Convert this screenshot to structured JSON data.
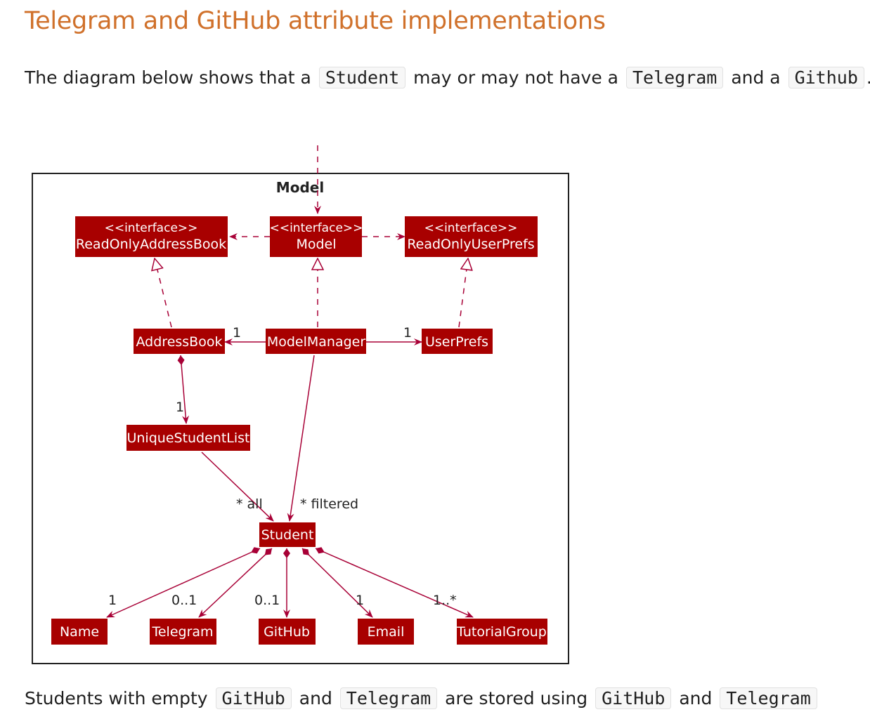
{
  "heading": "Telegram and GitHub attribute implementations",
  "intro": {
    "t1": "The diagram below shows that a",
    "c1": "Student",
    "t2": "may or may not have a",
    "c2": "Telegram",
    "t3": "and a",
    "c3": "Github",
    "t4": "."
  },
  "outro": {
    "t1": "Students with empty",
    "c1": "GitHub",
    "t2": "and",
    "c2": "Telegram",
    "t3": "are stored using",
    "c3": "GitHub",
    "t4": "and",
    "c4": "Telegram"
  },
  "diagram": {
    "package_label": "Model",
    "classes": {
      "read_only_address_book": {
        "stereotype": "<<interface>>",
        "name": "ReadOnlyAddressBook"
      },
      "model": {
        "stereotype": "<<interface>>",
        "name": "Model"
      },
      "read_only_user_prefs": {
        "stereotype": "<<interface>>",
        "name": "ReadOnlyUserPrefs"
      },
      "address_book": {
        "name": "AddressBook"
      },
      "model_manager": {
        "name": "ModelManager"
      },
      "user_prefs": {
        "name": "UserPrefs"
      },
      "unique_student_list": {
        "name": "UniqueStudentList"
      },
      "student": {
        "name": "Student"
      },
      "name": {
        "name": "Name"
      },
      "telegram": {
        "name": "Telegram"
      },
      "github": {
        "name": "GitHub"
      },
      "email": {
        "name": "Email"
      },
      "tutorial_group": {
        "name": "TutorialGroup"
      }
    },
    "multiplicities": {
      "address_book": "1",
      "user_prefs": "1",
      "unique_student_list": "1",
      "all": "* all",
      "filtered": "* filtered",
      "name": "1",
      "telegram": "0..1",
      "github": "0..1",
      "email": "1",
      "tutorial_group": "1..*"
    },
    "colors": {
      "class_fill": "#a80000",
      "line": "#a80036",
      "class_text": "#ffffff",
      "frame": "#222222"
    }
  }
}
